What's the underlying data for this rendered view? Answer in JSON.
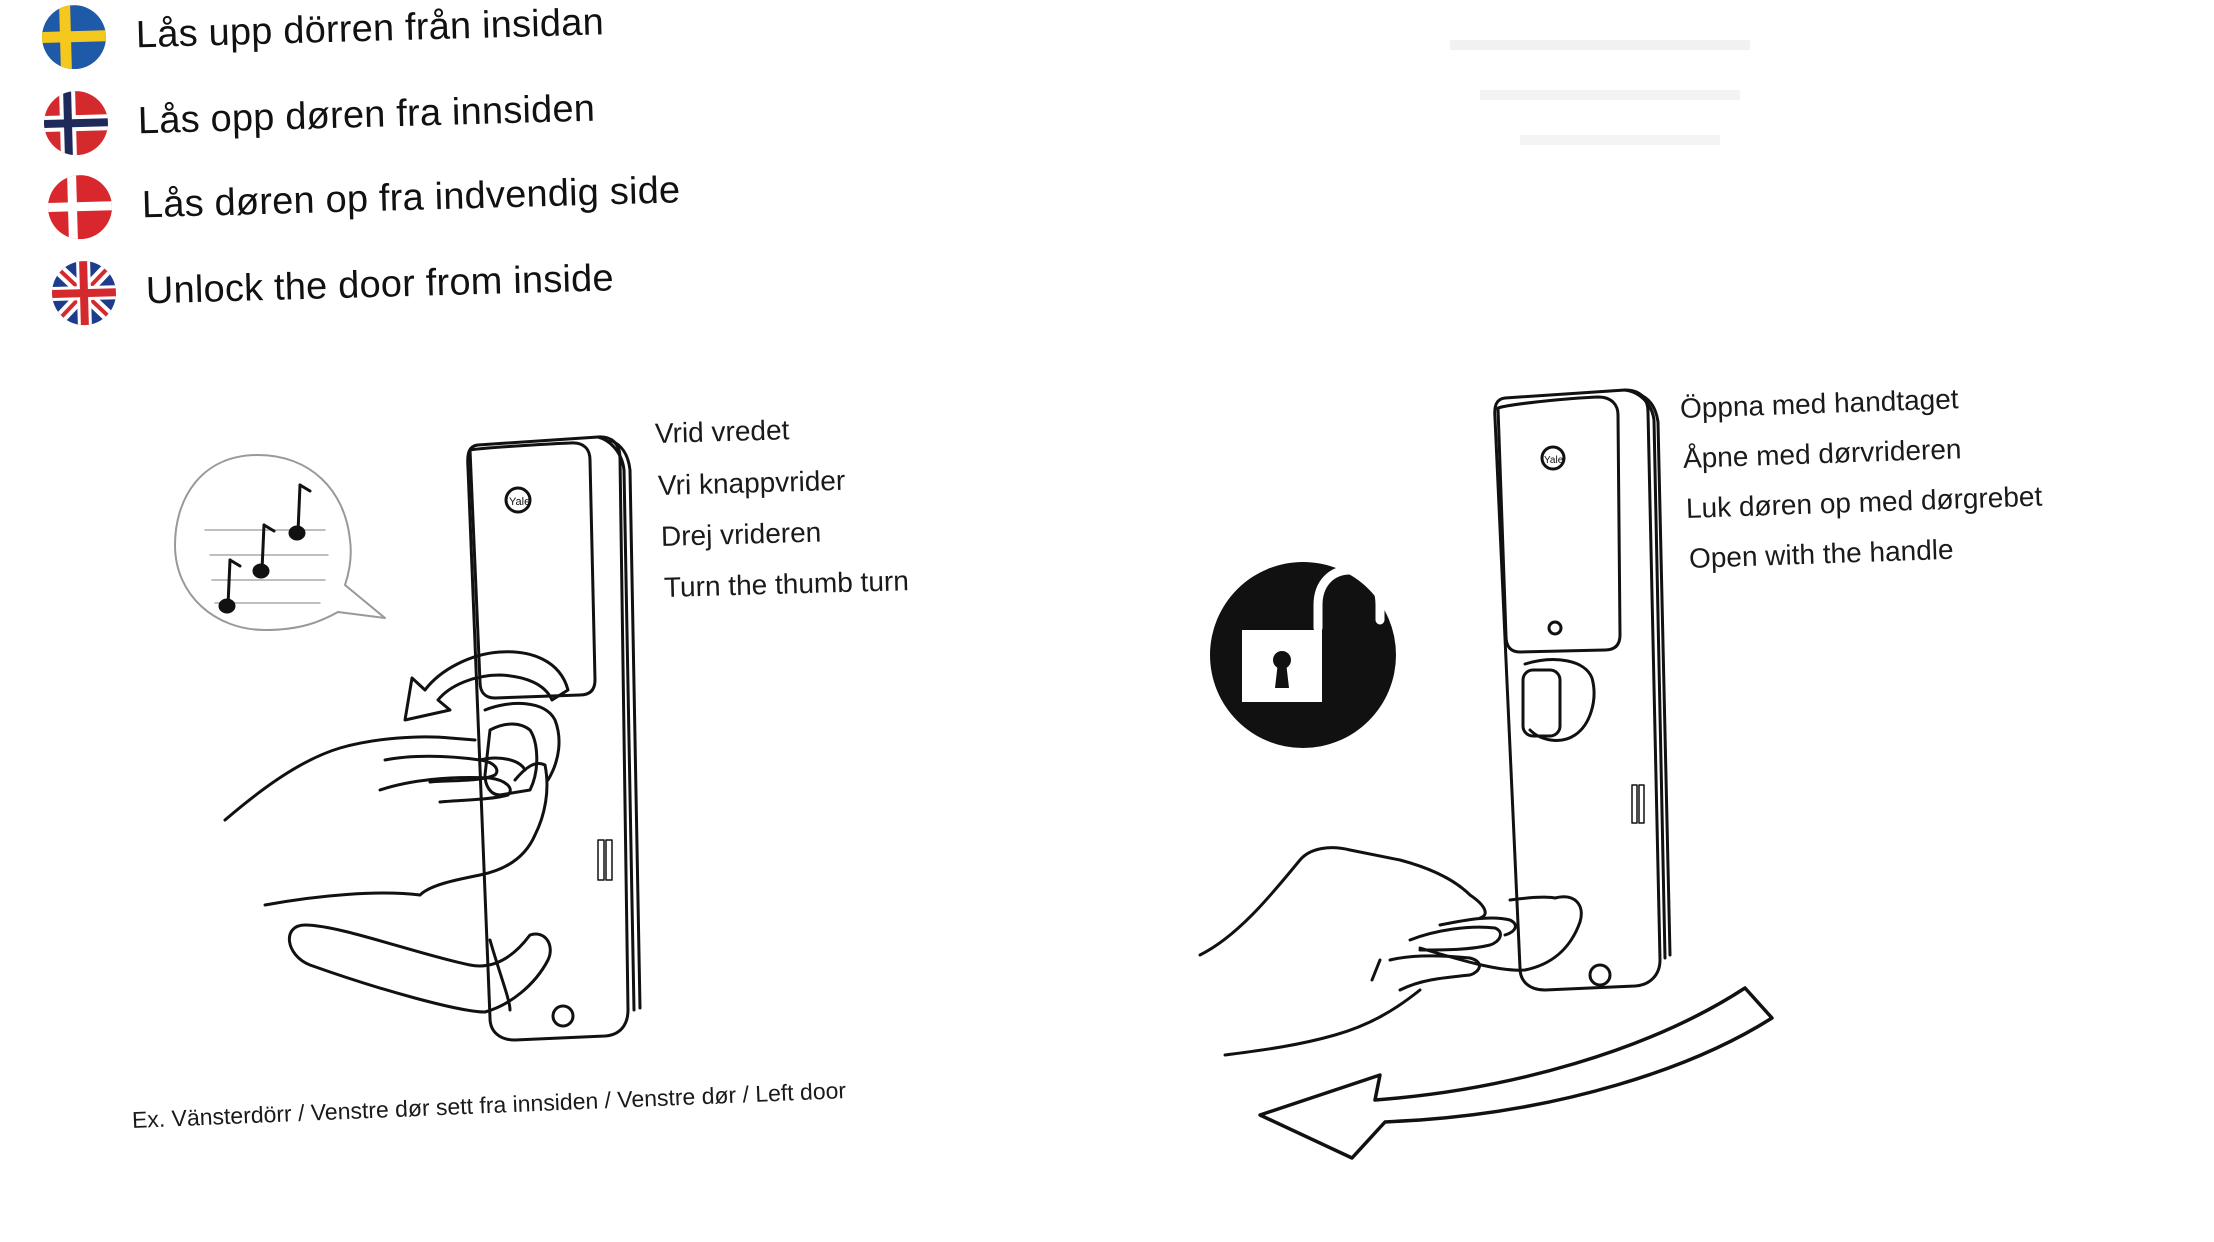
{
  "headings": [
    {
      "flag": "sweden-flag",
      "text": "Lås upp dörren från insidan"
    },
    {
      "flag": "norway-flag",
      "text": "Lås opp døren fra innsiden"
    },
    {
      "flag": "denmark-flag",
      "text": "Lås døren op fra indvendig side"
    },
    {
      "flag": "uk-flag",
      "text": "Unlock the door from inside"
    }
  ],
  "step1": {
    "instructions": [
      "Vrid vredet",
      "Vri knappvrider",
      "Drej vrideren",
      "Turn the thumb turn"
    ],
    "caption": "Ex. Vänsterdörr / Venstre dør sett fra innsiden / Venstre dør / Left door",
    "brand": "Yale"
  },
  "step2": {
    "instructions": [
      "Öppna med handtaget",
      "Åpne med dørvrideren",
      "Luk døren op med dørgrebet",
      "Open with the handle"
    ],
    "brand": "Yale"
  },
  "icons": {
    "sound": "music-notes-icon",
    "unlock": "unlocked-padlock-icon",
    "rotate": "curved-arrow-icon",
    "swing": "door-open-arrow-icon"
  },
  "colors": {
    "sweden_blue": "#1f5aa8",
    "sweden_yellow": "#f4c81c",
    "norway_red": "#d42a2e",
    "denmark_red": "#d8282e",
    "uk_blue": "#1e3c8c",
    "uk_red": "#d42a2e",
    "ink": "#111111"
  }
}
